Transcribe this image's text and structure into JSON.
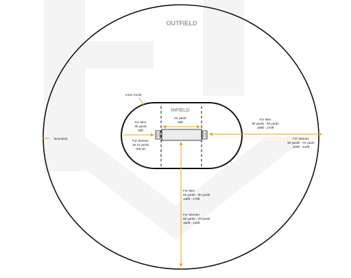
{
  "colors": {
    "line": "#111111",
    "arrow": "#e6a020",
    "watermark": "#f4f4f4",
    "zone_title": "#9a9a9a",
    "pitch_fill": "#ececec"
  },
  "outfield_label": "OUTFIELD",
  "infield_label": "INFIELD",
  "inner_circle_label": "Inner Circle",
  "boundary_label": "Boundary",
  "pitch_length": {
    "yards": "22 yards",
    "feet": "66ft"
  },
  "inner_radius": {
    "men": {
      "title": "For Men",
      "yards": "30 yards",
      "feet": "90ft"
    },
    "women": {
      "title": "For Women",
      "yards": "25.12 yards",
      "feet": "75ft 4in"
    }
  },
  "boundary_right": {
    "men": {
      "title": "For Men",
      "yards": "65 yards - 90 yards",
      "feet": "195ft - 270ft"
    },
    "women": {
      "title": "For Women",
      "yards": "60 yards - 70 yards",
      "feet": "180ft - 210ft"
    }
  },
  "boundary_down": {
    "men": {
      "title": "For Men",
      "yards": "65 yards - 90 yards",
      "feet": "195ft - 270ft"
    },
    "women": {
      "title": "For Women",
      "yards": "60 yards - 70 yards",
      "feet": "180ft - 210ft"
    }
  }
}
